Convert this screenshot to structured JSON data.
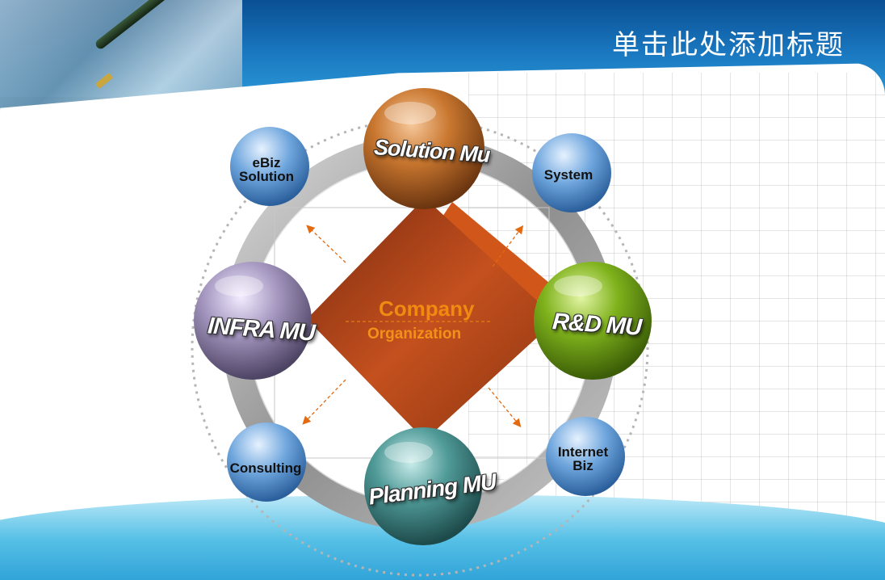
{
  "header": {
    "title": "单击此处添加标题"
  },
  "center": {
    "title": "Company",
    "subtitle": "Organization"
  },
  "major_nodes": [
    {
      "id": "solution",
      "label": "Solution Mu",
      "color": "#c9772f"
    },
    {
      "id": "rd",
      "label": "R&D MU",
      "color": "#7fb21c"
    },
    {
      "id": "planning",
      "label": "Planning MU",
      "color": "#4f9a98"
    },
    {
      "id": "infra",
      "label": "INFRA MU",
      "color": "#a597c0"
    }
  ],
  "minor_nodes": [
    {
      "id": "ebiz",
      "label_line1": "eBiz",
      "label_line2": "Solution"
    },
    {
      "id": "system",
      "label_line1": "System",
      "label_line2": ""
    },
    {
      "id": "internet",
      "label_line1": "Internet",
      "label_line2": "Biz"
    },
    {
      "id": "consulting",
      "label_line1": "Consulting",
      "label_line2": ""
    }
  ],
  "colors": {
    "accent_orange": "#f08a10",
    "diamond": "#b8471a",
    "ring": "#9a9a9a",
    "minor_sphere": "#6fa6dd"
  }
}
